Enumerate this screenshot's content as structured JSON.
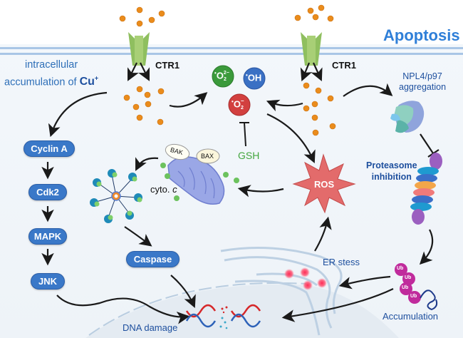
{
  "title": "Apoptosis",
  "labels": {
    "ctr1_left": "CTR1",
    "ctr1_right": "CTR1",
    "intracellular_line1": "intracellular",
    "intracellular_line2": "accumulation of",
    "cu_ion": "Cu",
    "cu_charge": "+",
    "gsh": "GSH",
    "cyto_c": "cyto. ",
    "cyto_c_italic": "c",
    "bak": "BAK",
    "bax": "BAX",
    "ros": "ROS",
    "npl4_line1": "NPL4/p97",
    "npl4_line2": "aggregation",
    "proteasome_line1": "Proteasome",
    "proteasome_line2": "inhibition",
    "er_stress": "ER stess",
    "accumulation": "Accumulation",
    "dna_damage": "DNA damage",
    "ub": "Ub"
  },
  "radicals": {
    "superoxide_dianion": {
      "base": "O",
      "sub": "2",
      "sup": "2−",
      "color": "#3b9a3b"
    },
    "hydroxyl": {
      "base": "OH",
      "color": "#3a70c4"
    },
    "superoxide": {
      "base": "O",
      "sub": "2",
      "sup": "−",
      "color": "#d2403f"
    }
  },
  "pathway": {
    "title": "Cu-induced signaling cascade",
    "nodes": [
      "Cyclin A",
      "Cdk2",
      "MAPK",
      "JNK",
      "Caspase"
    ]
  },
  "colors": {
    "accent_blue": "#2f7fd8",
    "membrane": "#a9c6e6",
    "copper": "#ea8c1c",
    "ros_star": "#e36b6b",
    "gsh_green": "#43a63e",
    "ub_magenta": "#c02b9c",
    "pill_blue": "#3a78c8"
  }
}
